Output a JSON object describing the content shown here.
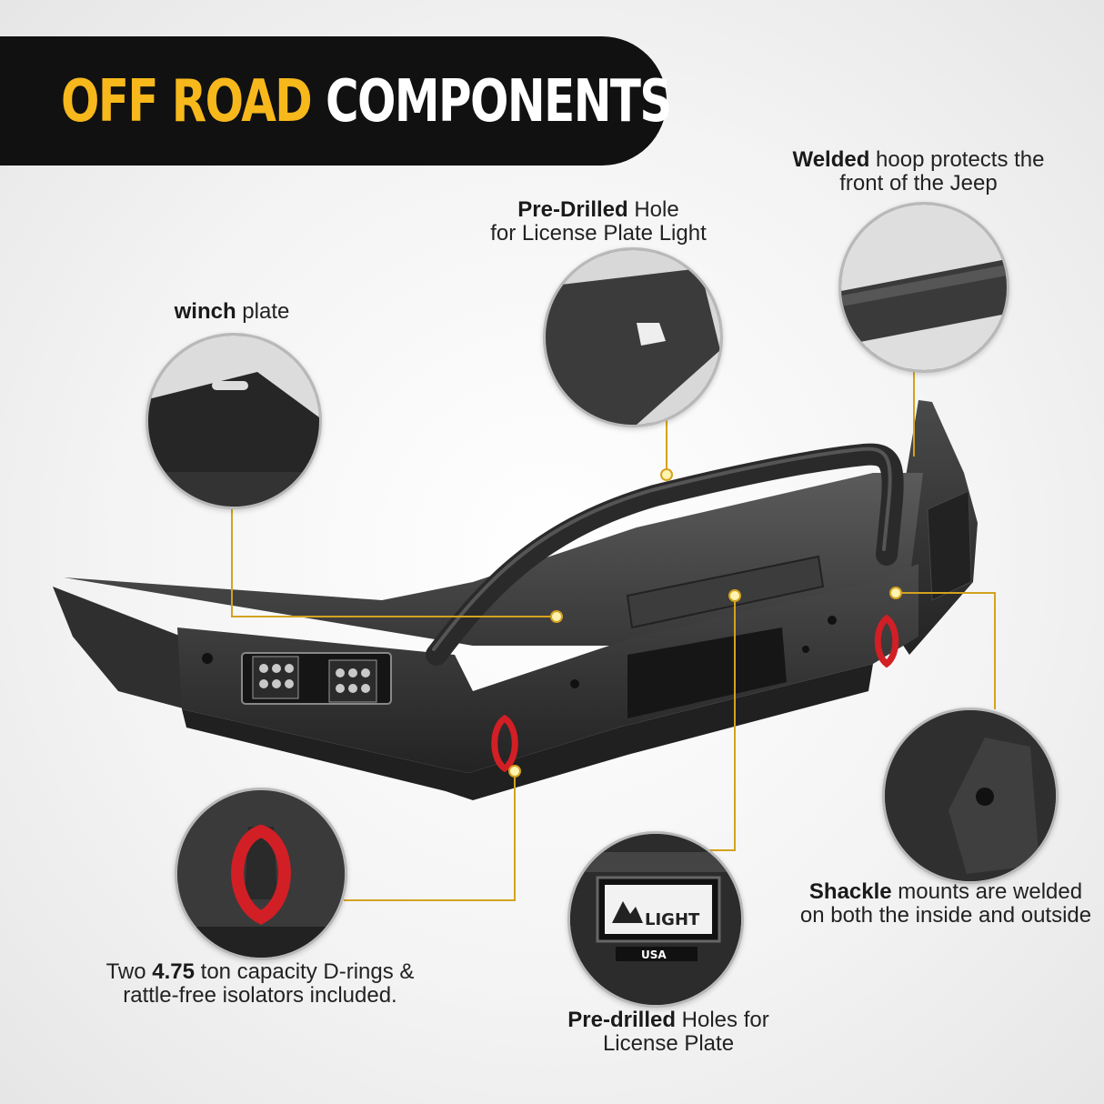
{
  "banner": {
    "title_accent": "OFF ROAD",
    "title_main": "COMPONENTS"
  },
  "callouts": {
    "winch": {
      "bold": "winch",
      "rest": " plate"
    },
    "license_light": {
      "bold": "Pre-Drilled",
      "rest1": " Hole",
      "line2": "for License Plate Light"
    },
    "hoop": {
      "bold": "Welded",
      "rest1": " hoop protects the",
      "line2": "front of the Jeep"
    },
    "shackle": {
      "bold": "Shackle",
      "rest1": " mounts are welded",
      "line2": "on both the inside and outside"
    },
    "drings": {
      "pre": "Two ",
      "bold": "4.75",
      "rest1": " ton capacity D-rings &",
      "line2": "rattle-free isolators included."
    },
    "license_plate": {
      "bold": "Pre-drilled",
      "rest1": " Holes for",
      "line2": "License Plate"
    }
  },
  "plate": {
    "brand": "LIGHT",
    "country": "USA"
  },
  "colors": {
    "accent": "#f7b81c",
    "banner": "#111111",
    "leader": "#d4a21f",
    "shackle_red": "#d11f25"
  }
}
